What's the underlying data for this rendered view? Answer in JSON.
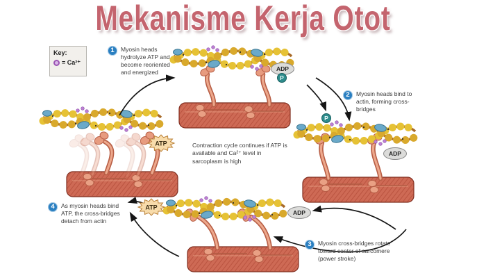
{
  "title": "Mekanisme Kerja Otot",
  "key": {
    "label": "Key:",
    "symbol_text": "= Ca²⁺"
  },
  "steps": [
    {
      "number": "1",
      "text": "Myosin heads hydrolyze ATP and become reoriented and energized"
    },
    {
      "number": "2",
      "text": "Myosin heads bind to actin, forming cross-bridges"
    },
    {
      "number": "3",
      "text": "Myosin cross-bridges rotate toward center of sarcomere (power stroke)"
    },
    {
      "number": "4",
      "text": "As myosin heads bind ATP, the cross-bridges detach from actin"
    }
  ],
  "center_note": "Contraction cycle continues if ATP is available and Ca²⁺ level in sarcoplasm is high",
  "molecules": {
    "atp": "ATP",
    "adp": "ADP",
    "phosphate": "P"
  },
  "colors": {
    "title": "#c4646e",
    "step_badge": "#2a7fc1",
    "adp_fill": "#dcdcda",
    "atp_fill": "#f8dcab",
    "phosphate_fill": "#2e8c8c",
    "calcium": "#b470cc",
    "actin_bead": "#e6c235",
    "myosin_head": "#e79b7f",
    "thick_filament": "#ce6a55"
  }
}
